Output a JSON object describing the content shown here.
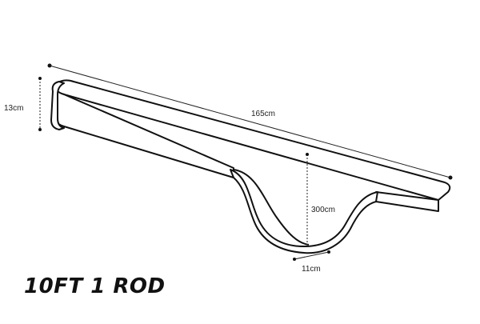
{
  "diagram": {
    "title": "10FT 1 ROD",
    "dimensions": {
      "height": "13cm",
      "length": "165cm",
      "drop": "300cm",
      "width": "11cm"
    }
  },
  "colors": {
    "stroke": "#111111",
    "dimension_line": "#222222",
    "background": "#ffffff"
  }
}
